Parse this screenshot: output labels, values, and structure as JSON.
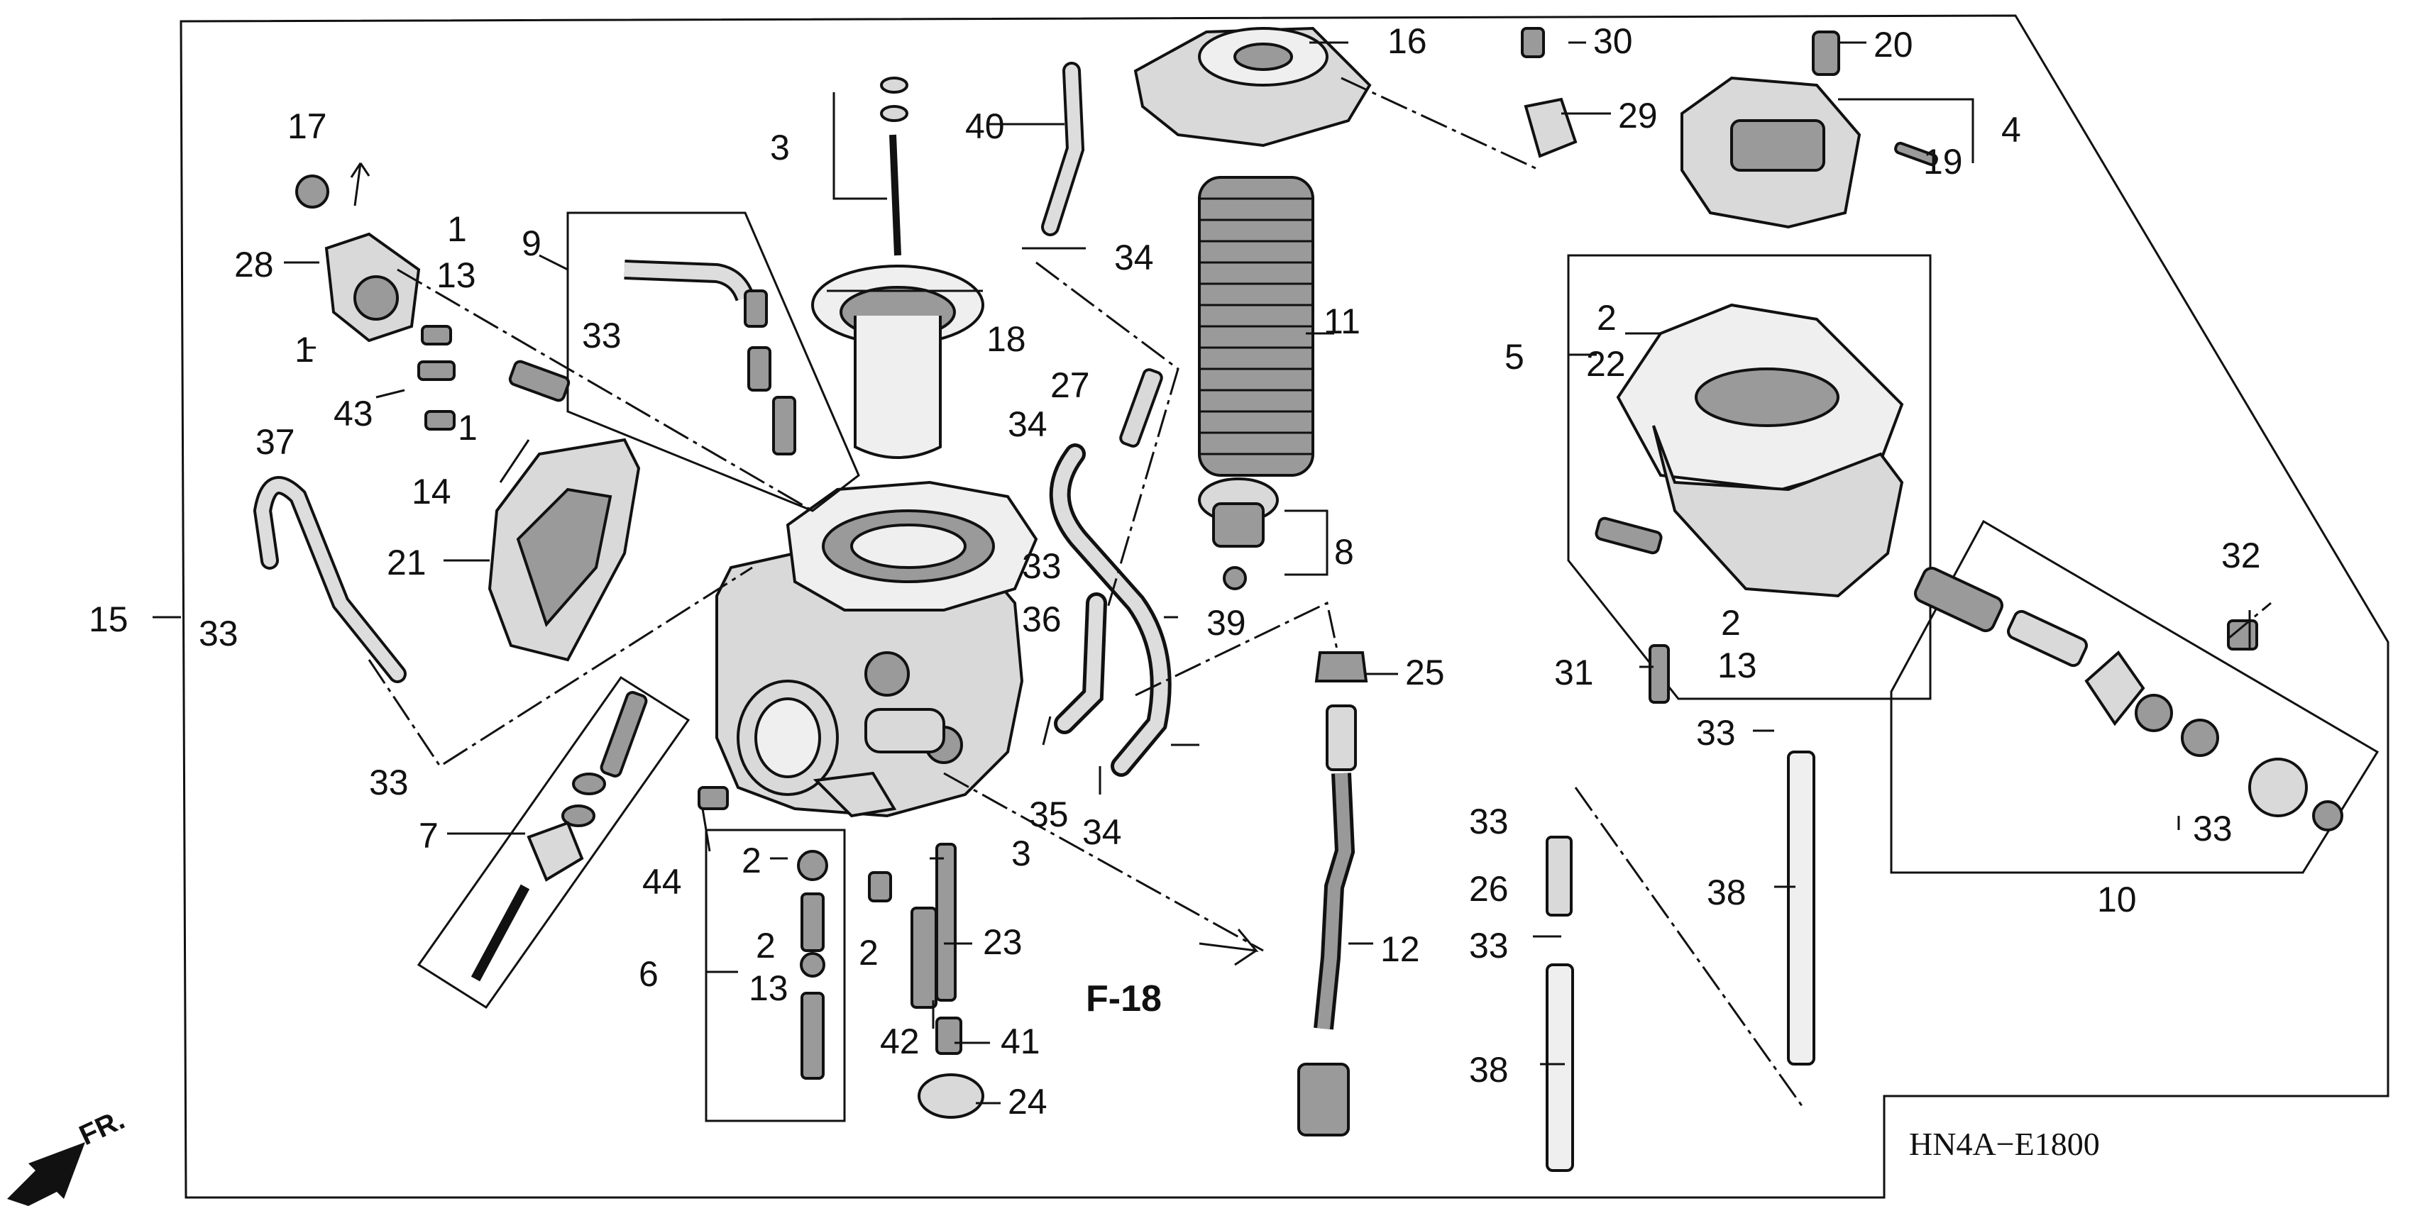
{
  "diagram": {
    "code": "HN4A−E1800",
    "reference": "F-18",
    "direction": "FR.",
    "callouts": [
      "17",
      "28",
      "1",
      "13",
      "1",
      "43",
      "1",
      "14",
      "21",
      "37",
      "15",
      "33",
      "33",
      "9",
      "33",
      "3",
      "40",
      "18",
      "34",
      "27",
      "34",
      "16",
      "11",
      "30",
      "29",
      "20",
      "4",
      "19",
      "5",
      "2",
      "22",
      "8",
      "33",
      "36",
      "39",
      "25",
      "35",
      "34",
      "2",
      "13",
      "31",
      "32",
      "33",
      "10",
      "33",
      "26",
      "33",
      "38",
      "38",
      "12",
      "7",
      "44",
      "2",
      "3",
      "6",
      "2",
      "2",
      "13",
      "23",
      "42",
      "41",
      "24",
      "33"
    ]
  },
  "labels": {
    "l17": "17",
    "l28": "28",
    "l1a": "1",
    "l13a": "13",
    "l1b": "1",
    "l43": "43",
    "l1c": "1",
    "l14": "14",
    "l21": "21",
    "l37": "37",
    "l15": "15",
    "l33a": "33",
    "l33b": "33",
    "l9": "9",
    "l33c": "33",
    "l3a": "3",
    "l40": "40",
    "l18": "18",
    "l34a": "34",
    "l27": "27",
    "l34b": "34",
    "l16": "16",
    "l11": "11",
    "l30": "30",
    "l29": "29",
    "l20": "20",
    "l4": "4",
    "l19": "19",
    "l5": "5",
    "l2a": "2",
    "l22": "22",
    "l8": "8",
    "l33d": "33",
    "l36": "36",
    "l39": "39",
    "l25": "25",
    "l35": "35",
    "l34c": "34",
    "l2b": "2",
    "l13b": "13",
    "l31": "31",
    "l32": "32",
    "l33e": "33",
    "l10": "10",
    "l33f": "33",
    "l26": "26",
    "l33g": "33",
    "l38a": "38",
    "l38b": "38",
    "l12": "12",
    "l7": "7",
    "l44": "44",
    "l2c": "2",
    "l3b": "3",
    "l6": "6",
    "l2d": "2",
    "l2e": "2",
    "l13c": "13",
    "l23": "23",
    "l42": "42",
    "l41": "41",
    "l24": "24",
    "l33h": "33"
  }
}
